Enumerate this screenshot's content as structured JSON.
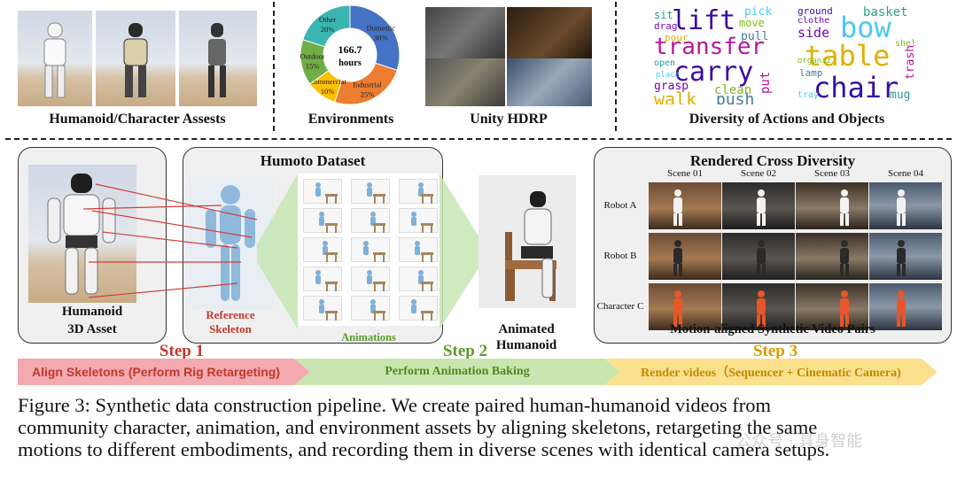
{
  "top_row": {
    "humanoid_label": "Humanoid/Character Assests",
    "environments_label": "Environments",
    "unity_label": "Unity HDRP",
    "diversity_label": "Diversity of Actions and Objects"
  },
  "donut": {
    "center_value": "166.7",
    "center_unit": "hours",
    "slices": [
      {
        "name": "Domestic",
        "pct": "30%",
        "value": 30,
        "color": "#4472c4"
      },
      {
        "name": "Industrial",
        "pct": "25%",
        "value": 25,
        "color": "#ed7d31"
      },
      {
        "name": "Commercial",
        "pct": "10%",
        "value": 10,
        "color": "#ffc000"
      },
      {
        "name": "Outdoor",
        "pct": "15%",
        "value": 15,
        "color": "#70ad47"
      },
      {
        "name": "Other",
        "pct": "20%",
        "value": 20,
        "color": "#3ab5b0"
      }
    ]
  },
  "wordcloud_actions": [
    "lift",
    "sit",
    "pick",
    "drag",
    "move",
    "pour",
    "pull",
    "transfer",
    "carry",
    "open",
    "place",
    "grasp",
    "clean",
    "walk",
    "push",
    "put"
  ],
  "wordcloud_objects": [
    "ground",
    "basket",
    "bow",
    "side",
    "shelf",
    "table",
    "lamp",
    "trash",
    "chair",
    "mug",
    "tray",
    "clothe",
    "organiz"
  ],
  "middle": {
    "humanoid_asset_line1": "Humanoid",
    "humanoid_asset_line2": "3D Asset",
    "humoto_title": "Humoto Dataset",
    "reference_line1": "Reference",
    "reference_line2": "Skeleton",
    "animations_label": "Animations",
    "animated_line1": "Animated",
    "animated_line2": "Humanoid",
    "rendered_title": "Rendered Cross Diversity",
    "scenes": [
      "Scene 01",
      "Scene 02",
      "Scene 03",
      "Scene 04"
    ],
    "rows": [
      "Robot A",
      "Robot B",
      "Character C"
    ],
    "pairs_label": "Motion-aligned Synthetic Video Pairs"
  },
  "steps": {
    "step1": "Step 1",
    "step2": "Step 2",
    "step3": "Step 3",
    "bar1": "Align Skeletons (Perform Rig Retargeting)",
    "bar2": "Perform Animation Baking",
    "bar3": "Render videos（Sequencer + Cinematic Camera)"
  },
  "caption": {
    "line1": "Figure 3: Synthetic data construction pipeline.  We create paired human-humanoid videos from",
    "line2": "community character, animation, and environment assets by aligning skeletons, retargeting the same",
    "line3": "motions to different embodiments, and recording them in diverse scenes with identical camera setups."
  },
  "watermark": "公众号 · 具身智能"
}
